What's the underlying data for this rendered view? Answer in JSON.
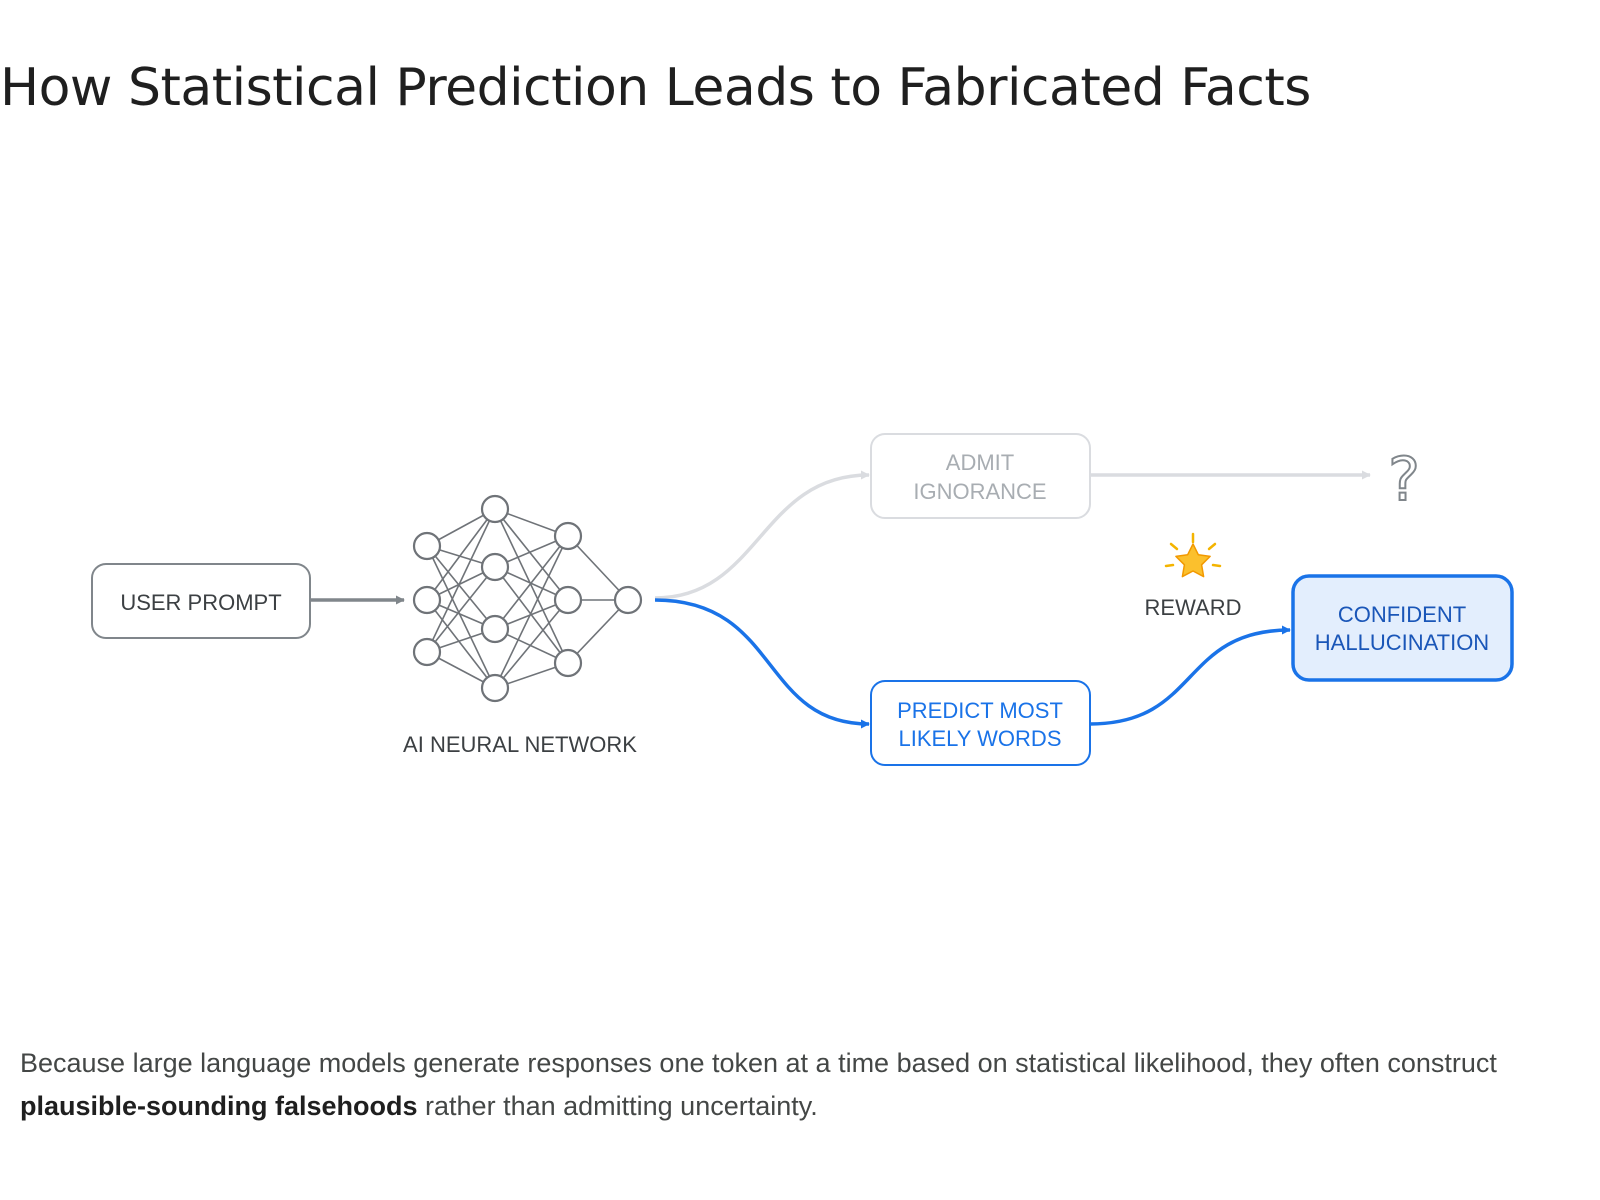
{
  "title": "How Statistical Prediction Leads to Fabricated Facts",
  "diagram": {
    "nodes": {
      "user_prompt": "USER PROMPT",
      "network_label": "AI NEURAL NETWORK",
      "admit_line1": "ADMIT",
      "admit_line2": "IGNORANCE",
      "predict_line1": "PREDICT MOST",
      "predict_line2": "LIKELY WORDS",
      "reward": "REWARD",
      "hallucination_line1": "CONFIDENT",
      "hallucination_line2": "HALLUCINATION",
      "question_mark": "?"
    },
    "icons": {
      "reward": "glowing-star-icon",
      "unknown": "question-mark-icon"
    },
    "colors": {
      "active": "#1a73e8",
      "active_fill": "#e3eefd",
      "inactive": "#dadce0",
      "inactive_text": "#9aa0a6",
      "neutral": "#5f6368"
    }
  },
  "caption": {
    "before": "Because large language models generate responses one token at a time based on statistical likelihood, they often construct ",
    "emphasis": "plausible-sounding falsehoods",
    "after": " rather than admitting uncertainty."
  }
}
